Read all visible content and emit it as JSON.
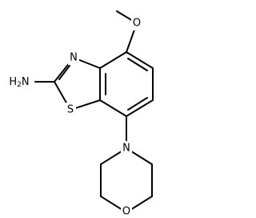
{
  "molecule": {
    "atoms": {
      "methoxy_o": "O",
      "thiazole_n": "N",
      "thiazole_s": "S",
      "amine": "H2N",
      "morpholine_n": "N",
      "morpholine_o": "O"
    }
  },
  "colors": {
    "bond": "#000000",
    "label": "#000000",
    "background": "#ffffff"
  }
}
